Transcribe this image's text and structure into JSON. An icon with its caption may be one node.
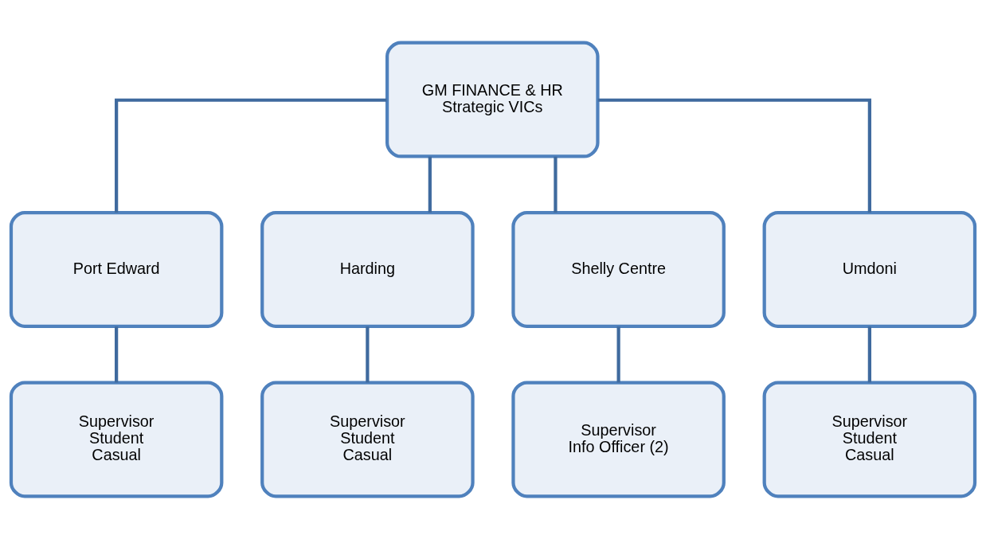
{
  "diagram": {
    "nodes": [
      {
        "text": [
          "GM FINANCE & HR",
          "Strategic VICs"
        ]
      },
      {
        "text": [
          "Port Edward"
        ]
      },
      {
        "text": [
          "Harding"
        ]
      },
      {
        "text": [
          "Shelly Centre"
        ]
      },
      {
        "text": [
          "Umdoni"
        ]
      },
      {
        "text": [
          "Supervisor",
          "Student",
          "Casual"
        ]
      },
      {
        "text": [
          "Supervisor",
          "Student",
          "Casual"
        ]
      },
      {
        "text": [
          "Supervisor",
          "Info Officer (2)"
        ]
      },
      {
        "text": [
          "Supervisor",
          "Student",
          "Casual"
        ]
      }
    ],
    "edges": [
      {
        "from": 0,
        "to": 1,
        "arrow": "none"
      },
      {
        "from": 0,
        "to": 2,
        "arrow": "none"
      },
      {
        "from": 0,
        "to": 3,
        "arrow": "none"
      },
      {
        "from": 0,
        "to": 4,
        "arrow": "none"
      },
      {
        "from": 1,
        "to": 5,
        "arrow": "none"
      },
      {
        "from": 2,
        "to": 6,
        "arrow": "none"
      },
      {
        "from": 3,
        "to": 7,
        "arrow": "none"
      },
      {
        "from": 4,
        "to": 8,
        "arrow": "none"
      }
    ]
  }
}
